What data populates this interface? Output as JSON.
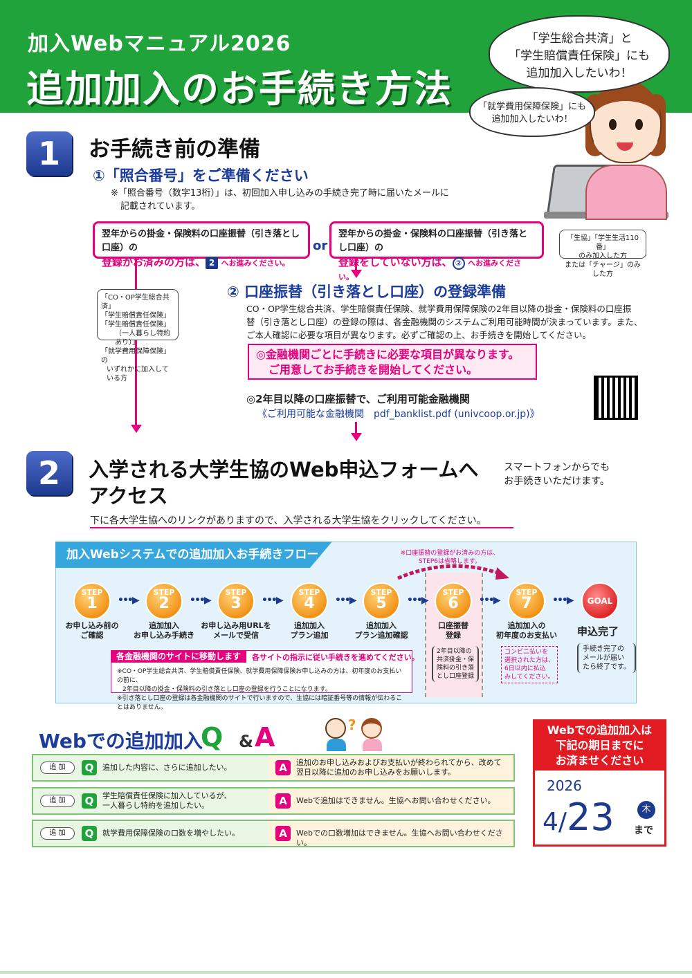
{
  "header": {
    "subtitle": "加入Webマニュアル2026",
    "title": "追加加入のお手続き方法",
    "bubble_large": [
      "「学生総合共済」と",
      "「学生賠償責任保険」にも",
      "追加加入したいわ！"
    ],
    "bubble_small": [
      "「就学費用保障保険」にも",
      "追加加入したいわ！"
    ]
  },
  "section1": {
    "number": "1",
    "title": "お手続き前の準備",
    "sub1": "①「照合番号」をご準備ください",
    "note": [
      "※「照合番号（数字13桁）」は、初回加入申し込みの手続き完了時に届いたメールに",
      "記載されています。"
    ],
    "box_left": {
      "line1": "翌年からの掛金・保険料の口座振替（引き落とし口座）の",
      "em": "登録がお済みの方は、",
      "num": "2",
      "tail": "へお進みください。"
    },
    "or": "or",
    "box_right": {
      "line1": "翌年からの掛金・保険料の口座振替（引き落とし口座）の",
      "em": "登録をしていない方は、",
      "num": "②",
      "tail": "へお進みください。"
    },
    "tiny_right": [
      "「生協」「学生生活110番」",
      "のみ加入した方",
      "または「チャージ」のみした方"
    ],
    "tiny_left": [
      "「CO・OP学生総合共済」",
      "「学生賠償責任保険」",
      "「学生賠償責任保険」",
      "（一人暮らし特約あり）」",
      "「就学費用保障保険」の",
      "いずれかに加入している方"
    ],
    "sub2": "② 口座振替（引き落とし口座）の登録準備",
    "body": [
      "CO・OP学生総合共済、学生賠償責任保険、就学費用保障保険の2年目以降の掛金・保険料の口座振",
      "替（引き落とし口座）の登録の際は、各金融機関のシステムご利用可能時間が決まっています。また、",
      "ご本人確認に必要な項目が異なります。必ずご確認の上、お手続きを開始してください。"
    ],
    "notice": [
      "◎金融機関ごとに手続きに必要な項目が異なります。",
      "ご用意してお手続きを開始してください。"
    ],
    "bank_head": "◎2年目以降の口座振替で、ご利用可能金融機関",
    "bank_link": "《ご利用可能な金融機関　pdf_banklist.pdf (univcoop.or.jp)》"
  },
  "section2": {
    "number": "2",
    "title_line1": "入学される大学生協のWeb申込フォームへ",
    "title_line2": "アクセス",
    "smart": [
      "スマートフォンからでも",
      "お手続きいただけます。"
    ],
    "instruction": "下に各大学生協へのリンクがありますので、入学される大学生協をクリックしてください。"
  },
  "flow": {
    "tab": "加入Webシステムでの追加加入お手続きフロー",
    "skip_note": [
      "※口座振替の登録がお済みの方は、",
      "STEP6は省略します。"
    ],
    "step_word": "STEP",
    "steps": [
      {
        "n": "1",
        "label": [
          "お申し込み前の",
          "ご確認"
        ]
      },
      {
        "n": "2",
        "label": [
          "追加加入",
          "お申し込み手続き"
        ]
      },
      {
        "n": "3",
        "label": [
          "お申し込み用URLを",
          "メールで受信"
        ]
      },
      {
        "n": "4",
        "label": [
          "追加加入",
          "プラン追加"
        ]
      },
      {
        "n": "5",
        "label": [
          "追加加入",
          "プラン追加確認"
        ]
      },
      {
        "n": "6",
        "label": [
          "口座振替",
          "登録"
        ]
      },
      {
        "n": "7",
        "label": [
          "追加加入の",
          "初年度のお支払い"
        ]
      }
    ],
    "goal_word": "GOAL",
    "goal_label": "申込完了",
    "goal_note": [
      "手続き完了の",
      "メールが届い",
      "たら終了です。"
    ],
    "step6_note": [
      "2年目以降の",
      "共済掛金・保",
      "険料の引き落",
      "とし口座登録"
    ],
    "step7_note": [
      "コンビニ払いを",
      "選択された方は、",
      "6日以内に払込",
      "みしてください。"
    ],
    "bank_head": "各金融機関のサイトに移動します",
    "bank_sub": "各サイトの指示に従い手続きを進めてください。",
    "bank_notes": [
      "※CO・OP学生総合共済、学生賠償責任保険、就学費用保障保険お申し込みの方は、初年度のお支払いの前に、",
      "2年目以降の掛金・保険料の引き落とし口座の登録を行うことになります。",
      "※引き落とし口座の登録は各金融機関のサイトで行いますので、生協には暗証番号等の情報が伝わることはありません。"
    ]
  },
  "qa": {
    "title": "Webでの追加加入",
    "q": "Q",
    "amp": "&",
    "a": "A",
    "pill": "追 加",
    "rows": [
      {
        "q": [
          "追加した内容に、さらに追加したい。"
        ],
        "a": [
          "追加のお申し込みおよびお支払いが終わられてから、改めて",
          "翌日以降に追加のお申し込みをお願いします。"
        ]
      },
      {
        "q": [
          "学生賠償責任保険に加入しているが、",
          "一人暮らし特約を追加したい。"
        ],
        "a": [
          "Webで追加はできません。生協へお問い合わせください。"
        ]
      },
      {
        "q": [
          "就学費用保障保険の口数を増やしたい。"
        ],
        "a": [
          "Webでの口数増加はできません。生協へお問い合わせください。"
        ]
      }
    ]
  },
  "deadline": {
    "head": [
      "Webでの追加加入は",
      "下記の期日までに",
      "お済ませください"
    ],
    "year": "2026",
    "month": "4",
    "slash": "/",
    "day": "23",
    "dow": "木",
    "made": "まで"
  },
  "colors": {
    "green": "#1fa33a",
    "pink": "#e6007e",
    "navy": "#1d3a8f",
    "red": "#e21b23"
  }
}
